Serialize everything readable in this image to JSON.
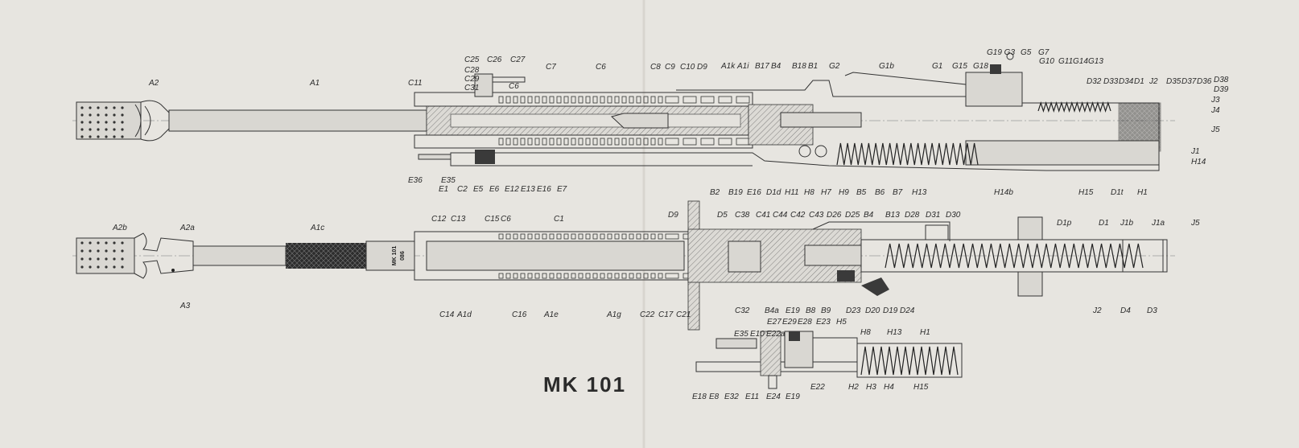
{
  "title": "MK 101",
  "barrel_inscription": [
    "MK 101",
    "086"
  ],
  "top_view": {
    "labels_above": [
      "A2",
      "A1",
      "C11",
      "C25",
      "C26",
      "C27",
      "C28",
      "C29",
      "C31",
      "C6",
      "C7",
      "C6",
      "C8",
      "C9",
      "C10",
      "D9",
      "A1k",
      "A1i",
      "B17",
      "B4",
      "B18",
      "B1",
      "G2",
      "G1b",
      "G1",
      "G15",
      "G18",
      "G19 G3",
      "G5",
      "G7",
      "G10",
      "G11",
      "G14",
      "G13",
      "D32",
      "D33",
      "D34",
      "D1",
      "J2",
      "D35",
      "D37",
      "D36",
      "D38",
      "D39",
      "J3",
      "J4",
      "J5",
      "J1",
      "H14"
    ],
    "labels_below": [
      "E36",
      "E35",
      "E1",
      "C2",
      "E5",
      "E6",
      "E12",
      "E13",
      "E16",
      "E7",
      "B2",
      "B19",
      "E16",
      "D1d",
      "H11",
      "H8",
      "H7",
      "H9",
      "B5",
      "B6",
      "B7",
      "H13",
      "H14b",
      "H15",
      "D1t",
      "H1"
    ]
  },
  "lower_view": {
    "labels_above": [
      "A2b",
      "A2a",
      "A1c",
      "C12",
      "C13",
      "C15",
      "C6",
      "C1",
      "D9",
      "D5",
      "C38",
      "C41",
      "C44",
      "C42",
      "C43",
      "D26",
      "D25",
      "B4",
      "B13",
      "D28",
      "D31",
      "D30",
      "D1p",
      "D1",
      "J1b",
      "J1a",
      "J5"
    ],
    "labels_below": [
      "A3",
      "C14",
      "A1d",
      "C16",
      "A1e",
      "A1g",
      "C22",
      "C17",
      "C21",
      "C32",
      "B4a",
      "E19",
      "B8",
      "B9",
      "D23",
      "D20",
      "D19",
      "D24",
      "J2",
      "D4",
      "D3"
    ]
  },
  "trigger_assembly": {
    "labels_above": [
      "E27",
      "E29",
      "E28",
      "E23",
      "H5",
      "E35",
      "E10",
      "E22a",
      "H8",
      "H13",
      "H1"
    ],
    "labels_below": [
      "E22",
      "H2",
      "H3",
      "H4",
      "H15",
      "E18",
      "E8",
      "E32",
      "E11",
      "E24",
      "E19"
    ]
  }
}
